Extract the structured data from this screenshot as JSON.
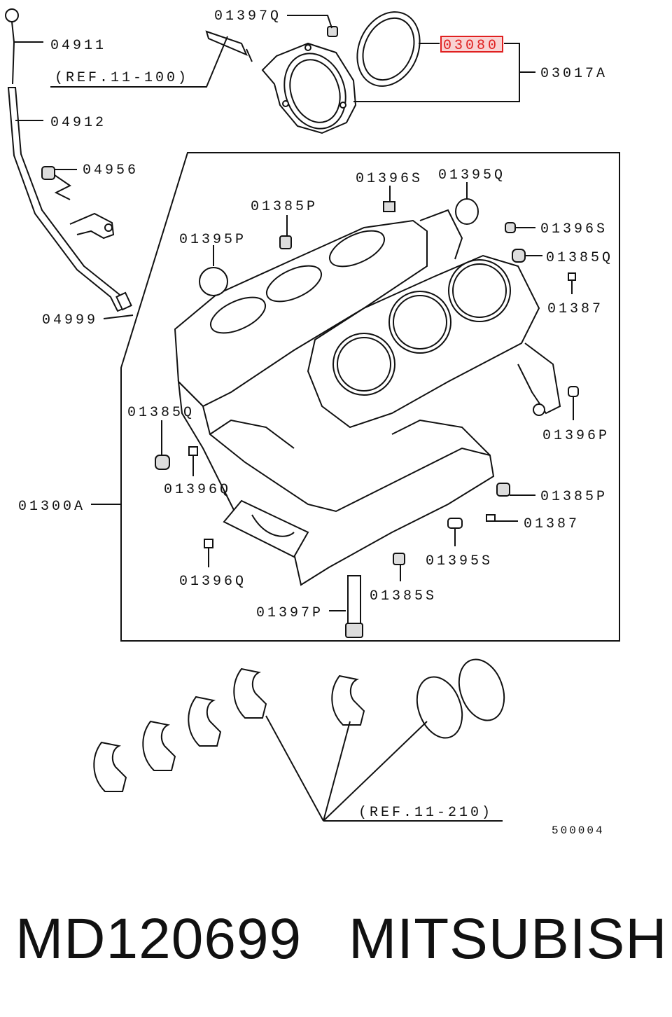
{
  "labels": {
    "p01397Q": "01397Q",
    "p04911": "04911",
    "ref11_100": "(REF.11-100)",
    "p03080": "03080",
    "p03017A": "03017A",
    "p04912": "04912",
    "p04956": "04956",
    "p01396S_top": "01396S",
    "p01395Q": "01395Q",
    "p01385P_top": "01385P",
    "p01395P": "01395P",
    "p01396S_right": "01396S",
    "p01385Q_right": "01385Q",
    "p01387_top": "01387",
    "p04999": "04999",
    "p01385Q_left": "01385Q",
    "p01396P": "01396P",
    "p01396Q_mid": "01396Q",
    "p01300A": "01300A",
    "p01385P_bottom": "01385P",
    "p01387_bottom": "01387",
    "p01395S": "01395S",
    "p01396Q_bottom": "01396Q",
    "p01385S": "01385S",
    "p01397P": "01397P",
    "ref11_210": "(REF.11-210)",
    "diagram_code": "500004"
  },
  "caption": {
    "part_number": "MD120699",
    "brand": "MITSUBISHI"
  },
  "highlight": {
    "part": "03080",
    "color": "#e02020"
  }
}
